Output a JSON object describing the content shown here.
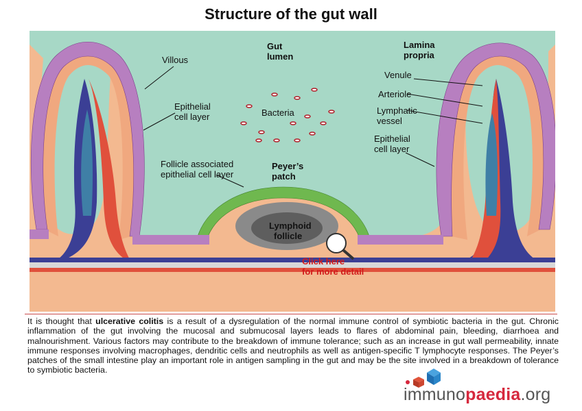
{
  "title": "Structure of the gut wall",
  "labels": {
    "villous": "Villous",
    "gut_lumen_1": "Gut",
    "gut_lumen_2": "lumen",
    "lamina_1": "Lamina",
    "lamina_2": "propria",
    "venule": "Venule",
    "arteriole": "Arteriole",
    "lymphatic_1": "Lymphatic",
    "lymphatic_2": "vessel",
    "epithelial_left_1": "Epithelial",
    "epithelial_left_2": "cell layer",
    "epithelial_right_1": "Epithelial",
    "epithelial_right_2": "cell layer",
    "bacteria": "Bacteria",
    "follicle_assoc_1": "Follicle associated",
    "follicle_assoc_2": "epithelial cell layer",
    "peyers_1": "Peyer’s",
    "peyers_2": "patch",
    "lymphoid_1": "Lymphoid",
    "lymphoid_2": "follicle",
    "click_1": "Click here",
    "click_2": "for more detail"
  },
  "description": {
    "intro": "It is thought that ",
    "bold": "ulcerative colitis",
    "rest": " is a result of a dysregulation of the normal immune control of symbiotic bacteria in the gut. Chronic inflammation of the gut involving the mucosal and submucosal layers leads to flares of abdominal pain, bleeding, diarrhoea and malnourishment. Various factors may contribute to the breakdown of immune tolerance; such as an increase in gut wall permeability, innate immune responses involving macrophages, dendritic cells and neutrophils as well as antigen-specific T lymphocyte responses. The Peyer’s patches of the small intestine play an important role in antigen sampling in the gut and may be the site involved in a breakdown of tolerance to symbiotic bacteria."
  },
  "logo": {
    "part1": "immuno",
    "part2": "paedia",
    "part3": ".org"
  },
  "colors": {
    "lumen": "#a7d8c6",
    "tissue": "#f3b990",
    "epithelium": "#b77fc0",
    "peyers": "#6fb84f",
    "venule": "#3b3f95",
    "arteriole": "#e0503c",
    "lymphatic": "#3f7fa6",
    "follicle_outer": "#8a8a8a",
    "follicle_inner": "#5e5e5e",
    "brand_red": "#d6283d"
  }
}
